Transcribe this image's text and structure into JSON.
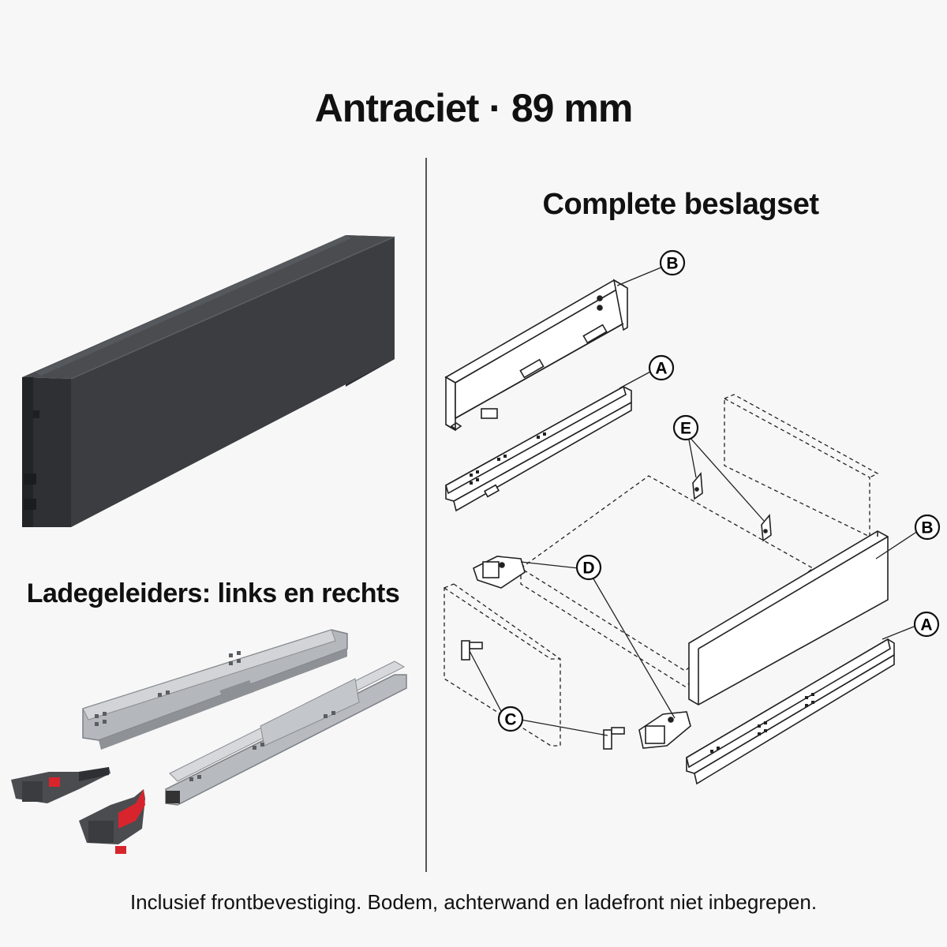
{
  "title": "Antraciet · 89 mm",
  "right_heading": "Complete beslagset",
  "left_heading": "Ladegeleiders: links en rechts",
  "footer": "Inclusief frontbevestiging. Bodem, achterwand en ladefront niet inbegrepen.",
  "part_labels": {
    "b_top": "B",
    "a_top": "A",
    "e": "E",
    "b_right": "B",
    "d": "D",
    "a_right": "A",
    "c": "C"
  },
  "colors": {
    "panel": "#3b3d40",
    "panel_dark": "#26282a",
    "steel": "#b9bcc0",
    "clip_red": "#d8242d"
  }
}
